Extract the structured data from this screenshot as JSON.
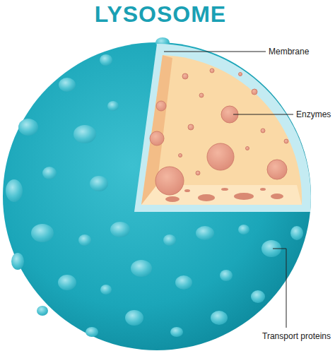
{
  "diagram": {
    "title": "LYSOSOME",
    "labels": [
      "Membrane",
      "Enzymes",
      "Transport proteins"
    ]
  }
}
